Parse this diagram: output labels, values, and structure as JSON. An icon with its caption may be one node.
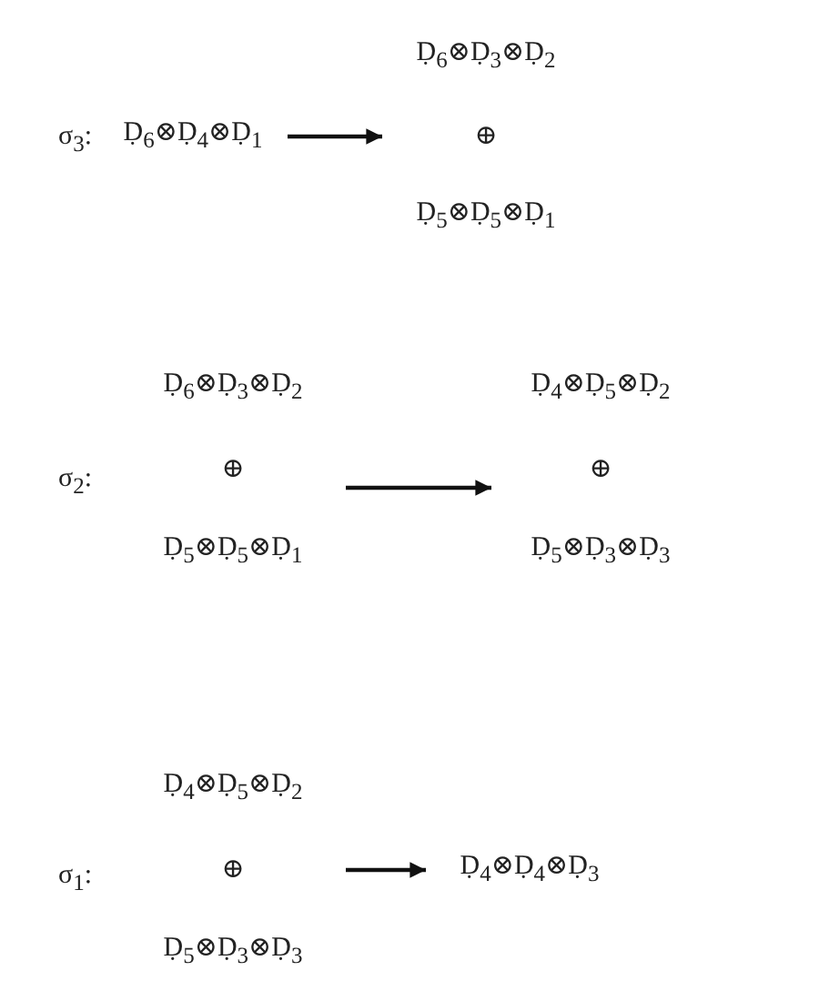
{
  "diagram": {
    "nodes": [
      {
        "text": [
          "Ḍ$_{6}$⊗Ḍ$_{4}$⊗Ḍ$_{1}$"
        ]
      },
      {
        "text": [
          "Ḍ$_{6}$⊗Ḍ$_{3}$⊗Ḍ$_{2}$",
          "⊕",
          "Ḍ$_{5}$⊗Ḍ$_{5}$⊗Ḍ$_{1}$"
        ]
      },
      {
        "text": [
          "Ḍ$_{6}$⊗Ḍ$_{3}$⊗Ḍ$_{2}$",
          "⊕",
          "Ḍ$_{5}$⊗Ḍ$_{5}$⊗Ḍ$_{1}$"
        ]
      },
      {
        "text": [
          "Ḍ$_{4}$⊗Ḍ$_{5}$⊗Ḍ$_{2}$",
          "⊕",
          "Ḍ$_{5}$⊗Ḍ$_{3}$⊗Ḍ$_{3}$"
        ]
      },
      {
        "text": [
          "Ḍ$_{4}$⊗Ḍ$_{5}$⊗Ḍ$_{2}$",
          "⊕",
          "Ḍ$_{5}$⊗Ḍ$_{3}$⊗Ḍ$_{3}$"
        ]
      },
      {
        "text": [
          "Ḍ$_{4}$⊗Ḍ$_{4}$⊗Ḍ$_{3}$"
        ]
      }
    ],
    "edges": [
      {
        "from": 0,
        "to": 1,
        "arrow": "to"
      },
      {
        "from": 2,
        "to": 3,
        "arrow": "to"
      },
      {
        "from": 4,
        "to": 5,
        "arrow": "to"
      }
    ],
    "labels": [
      "σ$_{3}$:",
      "σ$_{2}$:",
      "σ$_{1}$:"
    ]
  }
}
